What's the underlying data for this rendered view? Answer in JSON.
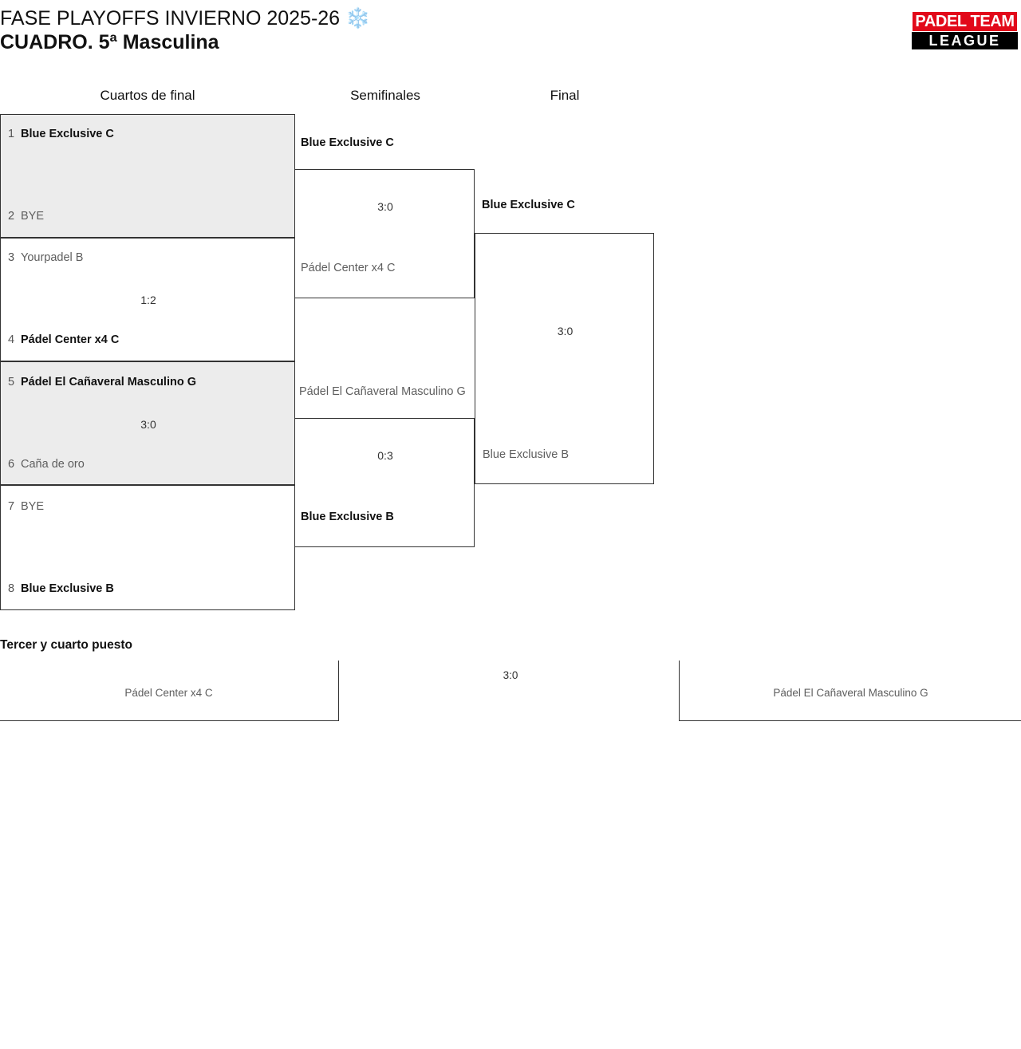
{
  "header": {
    "title_line1": "FASE PLAYOFFS INVIERNO 2025-26 ❄️",
    "title_line2": "CUADRO. 5ª Masculina",
    "logo_top": "PADEL TEAM",
    "logo_bottom": "LEAGUE",
    "logo_red": "#e2091a",
    "logo_black": "#000000"
  },
  "rounds": {
    "quarterfinals_label": "Cuartos de final",
    "semifinals_label": "Semifinales",
    "final_label": "Final"
  },
  "bracket": {
    "quarterfinals": [
      {
        "shaded": true,
        "top": {
          "seed": "1",
          "team": "Blue Exclusive C",
          "state": "winner"
        },
        "bottom": {
          "seed": "2",
          "team": "BYE",
          "state": "bye"
        },
        "score": ""
      },
      {
        "shaded": false,
        "top": {
          "seed": "3",
          "team": "Yourpadel B",
          "state": "loser"
        },
        "bottom": {
          "seed": "4",
          "team": "Pádel Center x4 C",
          "state": "winner"
        },
        "score": "1:2"
      },
      {
        "shaded": true,
        "top": {
          "seed": "5",
          "team": "Pádel El Cañaveral Masculino G",
          "state": "winner"
        },
        "bottom": {
          "seed": "6",
          "team": "Caña de oro",
          "state": "loser"
        },
        "score": "3:0"
      },
      {
        "shaded": false,
        "top": {
          "seed": "7",
          "team": "BYE",
          "state": "bye"
        },
        "bottom": {
          "seed": "8",
          "team": "Blue Exclusive B",
          "state": "winner"
        },
        "score": ""
      }
    ],
    "semifinals": [
      {
        "top": {
          "team": "Blue Exclusive C",
          "state": "winner"
        },
        "bottom": {
          "team": "Pádel Center x4 C",
          "state": "loser"
        },
        "score": "3:0"
      },
      {
        "top": {
          "team": "Pádel El Cañaveral Masculino G",
          "state": "loser"
        },
        "bottom": {
          "team": "Blue Exclusive B",
          "state": "winner"
        },
        "score": "0:3"
      }
    ],
    "final": {
      "top": {
        "team": "Blue Exclusive C",
        "state": "winner"
      },
      "bottom": {
        "team": "Blue Exclusive B",
        "state": "loser"
      },
      "score": "3:0"
    }
  },
  "third_place": {
    "title": "Tercer y cuarto puesto",
    "left_team": "Pádel Center x4 C",
    "right_team": "Pádel El Cañaveral Masculino G",
    "score": "3:0"
  }
}
